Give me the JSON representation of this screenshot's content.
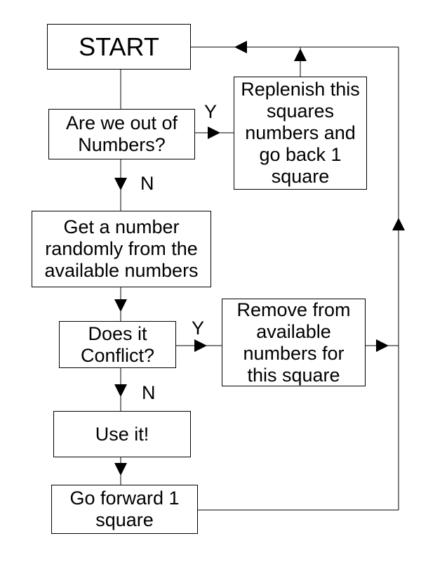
{
  "flowchart": {
    "start": "START",
    "out_of_numbers": "Are we out of\nNumbers?",
    "replenish": "Replenish this\nsquares\nnumbers and\ngo back 1\nsquare",
    "get_number": "Get a number\nrandomly from the\navailable numbers",
    "conflict": "Does it\nConflict?",
    "remove": "Remove from\navailable\nnumbers for\nthis square",
    "use_it": "Use it!",
    "go_forward": "Go forward 1\nsquare",
    "label_y1": "Y",
    "label_n1": "N",
    "label_y2": "Y",
    "label_n2": "N"
  }
}
